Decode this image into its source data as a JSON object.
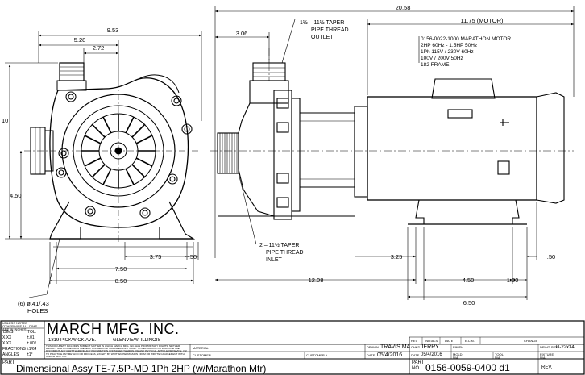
{
  "dimensions": {
    "overall_length": "20.58",
    "motor_length": "11.75 (MOTOR)",
    "front_width": "9.53",
    "front_half_width": "5.28",
    "outlet_offset": "2.72",
    "height": "10",
    "shaft_height": "4.50",
    "foot_spacing_small": "3.75",
    "foot_spacing_right": ".50",
    "foot_spacing_wide": "7.50",
    "base_width": "8.50",
    "outlet_from_face": "3.06",
    "pump_base_length": "12.08",
    "motor_foot_offset": "3.25",
    "motor_foot_spacing": "4.50",
    "motor_foot_end": "1.00",
    "motor_end": ".50",
    "motor_base_width": "6.50"
  },
  "callouts": {
    "outlet_size": "1½ – 11½ TAPER",
    "outlet_line2": "PIPE THREAD",
    "outlet_line3": "OUTLET",
    "inlet_size": "2 – 11½ TAPER",
    "inlet_line2": "PIPE THREAD",
    "inlet_line3": "INLET",
    "holes_line1": "(6) ø.41/.43",
    "holes_line2": "HOLES"
  },
  "motor_spec": {
    "line1": "0156-0022-1000 MARATHON MOTOR",
    "line2": "2HP 60Hz - 1.5HP 50Hz",
    "line3": "1Ph 115V / 230V 60Hz",
    "line4": "100V / 200V 50Hz",
    "line5": "182 FRAME"
  },
  "title_block": {
    "company": "MARCH MFG. INC.",
    "address": "1819 PICKWICK AVE.",
    "city": "GLENVIEW, ILLINOIS",
    "tol_note": "UNLESS NOTED OTHERWISE ALL DIMS ARE IN INCHES",
    "dims_label": "DIMS",
    "tol_label": "TOL.",
    "tol_r1a": "X.XX",
    "tol_r1b": "±.01",
    "tol_r2a": "X.XX",
    "tol_r2b": "±.005",
    "tol_r3a": "FRACTIONS",
    "tol_r3b": "±1/64",
    "tol_r4a": "ANGLES",
    "tol_r4b": "±1°",
    "proprietary": "THIS DOCUMENT INCLUDES SUBJECT MATTER IN WHICH MARCH MFG. INC. HAS PROPRIETARY RIGHTS. NEITHER RECEIPT NOR POSSESSION THEREOF CONFERS OR TRANSFERS ANY RIGHT TO REPRODUCE OR DISCLOSE THE DOCUMENT, ANY PART THEREOF, ANY INFORMATION CONTAINED THEREIN, OR ANY PHYSICAL ARTICLE OR DEVICE, OR TO PRACTICE ANY METHOD OR PROCESS, EXCEPT BY WRITTEN PERMISSION FROM OR WRITTEN AGREEMENT WITH MARCH MFG. INC.",
    "material_label": "MATERIAL",
    "customer_label": "CUSTOMER",
    "customer_num_label": "CUSTOMER #",
    "drawn_label": "DRAWN",
    "drawn_value": "TRAVIS MA",
    "date_label": "DATE",
    "date_value": "05/4/2016",
    "chkd_label": "CHKD",
    "chkd_value": "JERRY",
    "chkd_date": "05/4/2016",
    "finish_label": "FINISH",
    "mold_label": "MOLD",
    "mold_value": "N/A",
    "tool_label": "TOOL",
    "tool_value": "N/A",
    "drwg_label": "DRWG SIZE",
    "drwg_value": "D-22x34",
    "fixture_label": "FIXTURE",
    "fixture_value": "N/A",
    "rev_h": "REV",
    "init_h": "INITIALS",
    "date_h": "DATE",
    "ecn_h": "E.C.N.",
    "change_h": "CHANGE",
    "part_label": "PART",
    "part_desc": "Dimensional Assy TE-7.5P-MD 1Ph 2HP (w/Marathon Mtr)",
    "part_no_label": "PART NO.",
    "part_no": "0156-0059-0400 d1",
    "rev_label": "REV."
  }
}
